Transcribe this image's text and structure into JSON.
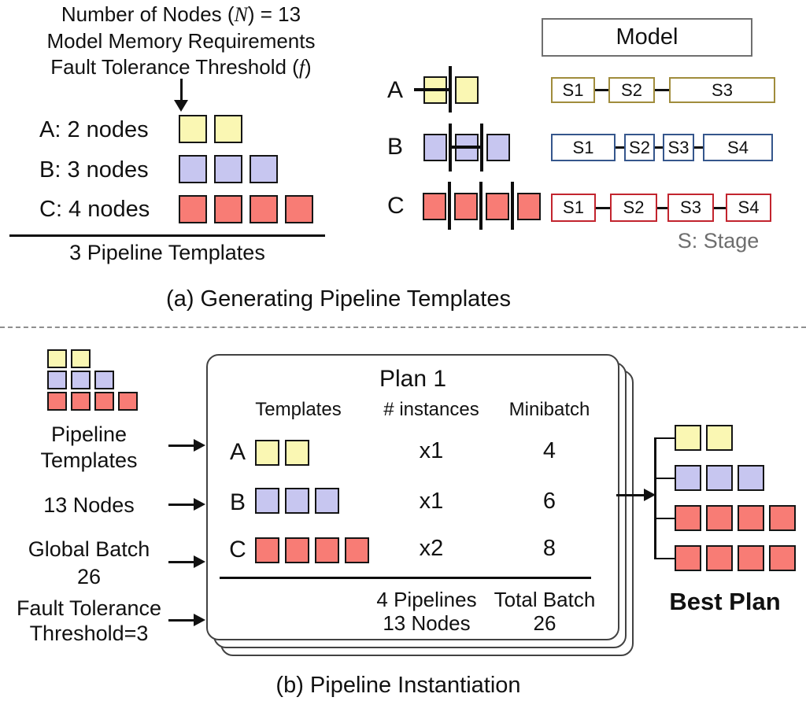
{
  "colors": {
    "template_a_fill": "#FAF7B3",
    "template_b_fill": "#C7C6F0",
    "template_c_fill": "#F87C75",
    "stage_border_a": "#A08C3C",
    "stage_border_b": "#35568C",
    "stage_border_c": "#C2242E",
    "legend_gray": "#6E6E6E"
  },
  "panel_a": {
    "caption": "(a) Generating Pipeline Templates",
    "header": {
      "line1": [
        "Number of Nodes (",
        "N",
        ") = 13"
      ],
      "line2": "Model Memory Requirements",
      "line3": [
        "Fault Tolerance Threshold (",
        "f",
        ")"
      ]
    },
    "node_rows": [
      {
        "label": "A: 2 nodes",
        "count": 2,
        "color": "#FAF7B3"
      },
      {
        "label": "B: 3 nodes",
        "count": 3,
        "color": "#C7C6F0"
      },
      {
        "label": "C: 4 nodes",
        "count": 4,
        "color": "#F87C75"
      }
    ],
    "summary": "3 Pipeline Templates",
    "model_label": "Model",
    "partition_rows": [
      {
        "label": "A",
        "count": 2,
        "color": "#FAF7B3"
      },
      {
        "label": "B",
        "count": 3,
        "color": "#C7C6F0"
      },
      {
        "label": "C",
        "count": 4,
        "color": "#F87C75"
      }
    ],
    "stage_rows": [
      {
        "label": "A",
        "stages": [
          "S1",
          "S2",
          "S3"
        ]
      },
      {
        "label": "B",
        "stages": [
          "S1",
          "S2",
          "S3",
          "S4"
        ]
      },
      {
        "label": "C",
        "stages": [
          "S1",
          "S2",
          "S3",
          "S4"
        ]
      }
    ],
    "legend": "S: Stage"
  },
  "panel_b": {
    "caption": "(b) Pipeline Instantiation",
    "mini_stack": [
      {
        "count": 2,
        "color": "#FAF7B3"
      },
      {
        "count": 3,
        "color": "#C7C6F0"
      },
      {
        "count": 4,
        "color": "#F87C75"
      }
    ],
    "inputs": [
      {
        "line1": "Pipeline",
        "line2": "Templates"
      },
      {
        "line1": "13 Nodes",
        "line2": ""
      },
      {
        "line1": "Global Batch",
        "line2": "26"
      },
      {
        "line1": "Fault Tolerance",
        "line2": "Threshold=3"
      }
    ],
    "plan_card": {
      "title": "Plan 1",
      "columns": [
        "Templates",
        "# instances",
        "Minibatch"
      ],
      "rows": [
        {
          "label": "A",
          "count": 2,
          "color": "#FAF7B3",
          "instances": "x1",
          "minibatch": "4"
        },
        {
          "label": "B",
          "count": 3,
          "color": "#C7C6F0",
          "instances": "x1",
          "minibatch": "6"
        },
        {
          "label": "C",
          "count": 4,
          "color": "#F87C75",
          "instances": "x2",
          "minibatch": "8"
        }
      ],
      "footer_left_line1": "4 Pipelines",
      "footer_left_line2": "13 Nodes",
      "footer_right_line1": "Total Batch",
      "footer_right_line2": "26"
    },
    "best_plan": {
      "label": "Best Plan",
      "rows": [
        {
          "count": 2,
          "color": "#FAF7B3"
        },
        {
          "count": 3,
          "color": "#C7C6F0"
        },
        {
          "count": 4,
          "color": "#F87C75"
        },
        {
          "count": 4,
          "color": "#F87C75"
        }
      ]
    }
  }
}
